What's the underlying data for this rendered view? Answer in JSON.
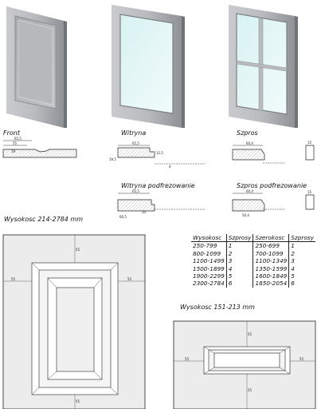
{
  "profiles": {
    "front": "Front",
    "witryna": "Witryna",
    "szpros": "Szpros",
    "witryna_frez": "Witryna podfrezowanie",
    "szpros_frez": "Szpros podfrezowanie"
  },
  "dims": {
    "front_a": "65,5",
    "front_b": "55",
    "front_c": "18",
    "witryna_a": "65,5",
    "witryna_b": "12,5",
    "witryna_c": "19,5",
    "witryna_d": "4",
    "szpros_a": "60,4",
    "szpros_b": "15",
    "wfrez_a": "65,5",
    "wfrez_b": "60,5",
    "wfrez_c": "10",
    "sfrez_a": "60,4",
    "sfrez_b": "50,4",
    "sfrez_c": "15"
  },
  "sections": {
    "large_title": "Wysokosc 214-2784 mm",
    "small_title": "Wysokosc 151-213 mm"
  },
  "large_drawing_dims": {
    "top": "55",
    "left": "55",
    "right": "55",
    "bottom": "55"
  },
  "small_drawing_dims": {
    "top": "55",
    "left": "55",
    "right": "55",
    "bottom": "55"
  },
  "table": {
    "headers": [
      "Wysokosc",
      "Szprosy",
      "Szerokosc",
      "Szprosy"
    ],
    "rows": [
      [
        "250-799",
        "1",
        "250-699",
        "1"
      ],
      [
        "800-1099",
        "2",
        "700-1099",
        "2"
      ],
      [
        "1100-1499",
        "3",
        "1100-1349",
        "3"
      ],
      [
        "1500-1899",
        "4",
        "1350-1599",
        "4"
      ],
      [
        "1900-2299",
        "5",
        "1600-1849",
        "5"
      ],
      [
        "2300-2784",
        "6",
        "1850-2054",
        "6"
      ]
    ]
  }
}
